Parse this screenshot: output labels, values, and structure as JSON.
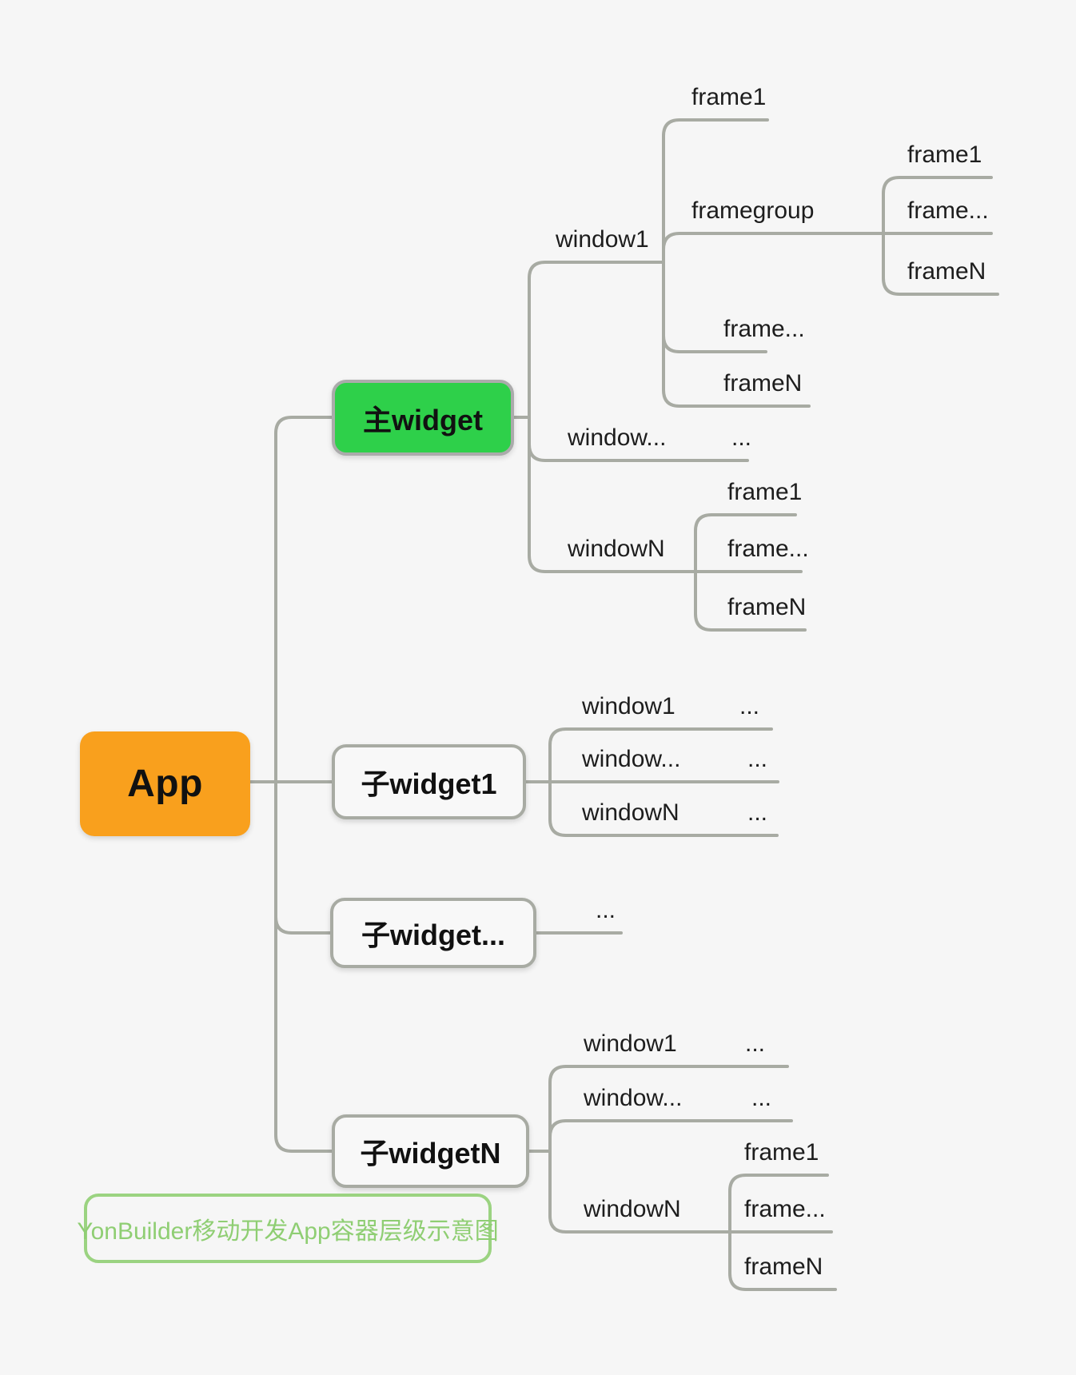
{
  "caption": {
    "label": "YonBuilder移动开发App容器层级示意图"
  },
  "colors": {
    "background": "#f6f6f6",
    "root_fill": "#F9A01D",
    "main_widget_fill": "#2ED04A",
    "connector_line": "#A8ABA3",
    "node_border": "#ABABAB",
    "caption_green": "#8FCE73",
    "text": "#1d1d1d"
  },
  "tree": {
    "root": {
      "label": "App",
      "children": [
        {
          "label": "主widget",
          "children": [
            {
              "label": "window1",
              "children": [
                {
                  "label": "frame1"
                },
                {
                  "label": "framegroup",
                  "children": [
                    {
                      "label": "frame1"
                    },
                    {
                      "label": "frame..."
                    },
                    {
                      "label": "frameN"
                    }
                  ]
                },
                {
                  "label": "frame..."
                },
                {
                  "label": "frameN"
                }
              ]
            },
            {
              "label": "window...",
              "children": [
                {
                  "label": "..."
                }
              ]
            },
            {
              "label": "windowN",
              "children": [
                {
                  "label": "frame1"
                },
                {
                  "label": "frame..."
                },
                {
                  "label": "frameN"
                }
              ]
            }
          ]
        },
        {
          "label": "子widget1",
          "children": [
            {
              "label": "window1",
              "children": [
                {
                  "label": "..."
                }
              ]
            },
            {
              "label": "window...",
              "children": [
                {
                  "label": "..."
                }
              ]
            },
            {
              "label": "windowN",
              "children": [
                {
                  "label": "..."
                }
              ]
            }
          ]
        },
        {
          "label": "子widget...",
          "children": [
            {
              "label": "..."
            }
          ]
        },
        {
          "label": "子widgetN",
          "children": [
            {
              "label": "window1",
              "children": [
                {
                  "label": "..."
                }
              ]
            },
            {
              "label": "window...",
              "children": [
                {
                  "label": "..."
                }
              ]
            },
            {
              "label": "windowN",
              "children": [
                {
                  "label": "frame1"
                },
                {
                  "label": "frame..."
                },
                {
                  "label": "frameN"
                }
              ]
            }
          ]
        }
      ]
    }
  }
}
